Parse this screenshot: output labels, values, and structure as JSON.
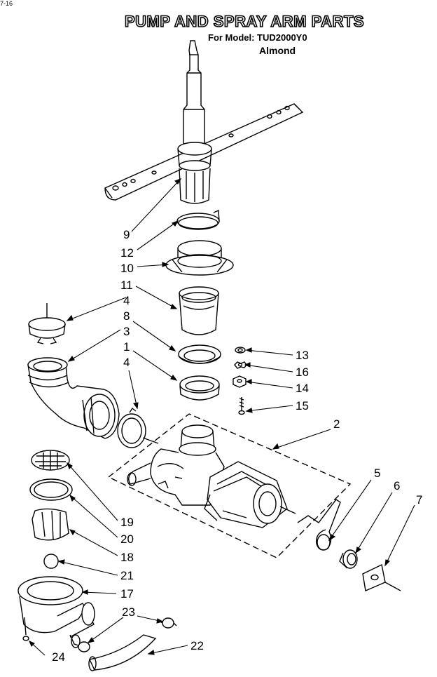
{
  "header": {
    "title": "PUMP AND SPRAY ARM PARTS",
    "model_line": "For Model: TUD2000Y0",
    "color_line": "Almond",
    "corner_mark": "7-16"
  },
  "diagram": {
    "callouts": [
      "9",
      "12",
      "10",
      "11",
      "4",
      "8",
      "3",
      "1",
      "4",
      "13",
      "16",
      "14",
      "15",
      "2",
      "5",
      "6",
      "7",
      "19",
      "20",
      "18",
      "21",
      "17",
      "23",
      "22",
      "24"
    ]
  },
  "colors": {
    "ink": "#000000",
    "paper": "#ffffff"
  }
}
